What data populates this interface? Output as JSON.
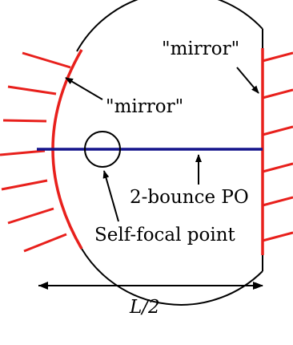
{
  "labels": {
    "mirror_right": "\"mirror\"",
    "mirror_left": "\"mirror\"",
    "orbit": "2-bounce PO",
    "self_focal": "Self-focal point",
    "dimension": "L/2"
  },
  "colors": {
    "mirror": "#e8201c",
    "orbit": "#14148c",
    "outline": "#000000",
    "background": "#ffffff"
  }
}
